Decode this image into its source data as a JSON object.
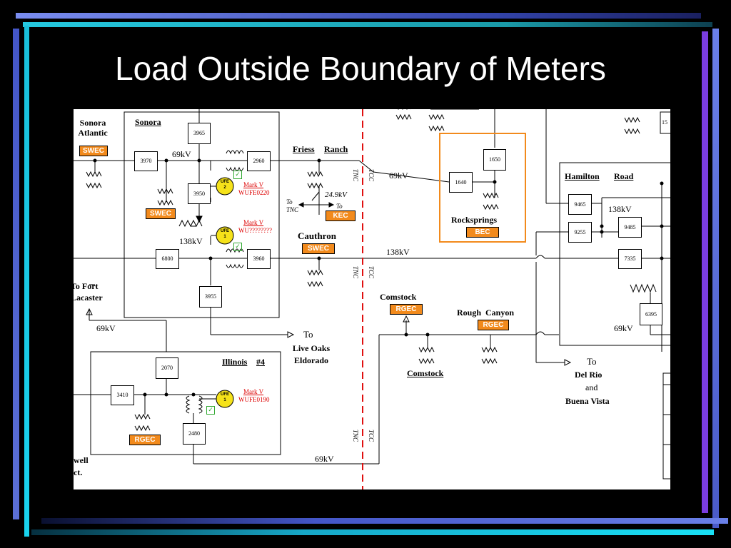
{
  "slide": {
    "title": "Load Outside Boundary of Meters",
    "colors": {
      "background": "#000000",
      "bar_blue": "#5b6fd6",
      "bar_cyan": "#19d3ee",
      "bar_purple": "#7a3de0",
      "tag_orange": "#f28a1c",
      "boundary_red": "#e01010"
    }
  },
  "diagram": {
    "places": {
      "sonora_atlantic": "Sonora\nAtlantic",
      "sonora": "Sonora",
      "friess": "Friess",
      "ranch": "Ranch",
      "cauthron": "Cauthron",
      "comstock_top": "Comstock",
      "comstock_bottom": "Comstock",
      "rough_canyon": "Rough  Canyon",
      "rocksprings": "Rocksprings",
      "hamilton": "Hamilton",
      "road": "Road",
      "illinois": "Illinois",
      "illinois_num": "#4",
      "fort_lacaster": "To Fort\nLacaster",
      "live_oaks_to": "To",
      "live_oaks": "Live Oaks\nEldorado",
      "del_rio_to": "To",
      "del_rio": "Del Rio",
      "and": "and",
      "buena_vista": "Buena Vista",
      "to_tnc": "To\nTNC",
      "kv249": "24.9kV",
      "to_small": "To",
      "well_jct": "well\nct."
    },
    "voltages": {
      "v69_sonora": "69kV",
      "v138_sonora": "138kV",
      "v69_friess": "69kV",
      "v138_mid": "138kV",
      "v138_hamilton": "138kV",
      "v69_fort": "69kV",
      "v69_right": "69kV",
      "v69_bottom": "69kV"
    },
    "coops": {
      "swec_sonora_atlantic": "SWEC",
      "swec_sonora": "SWEC",
      "kec": "KEC",
      "swec_cauthron": "SWEC",
      "rgec_comstock": "RGEC",
      "rgec_rough_canyon": "RGEC",
      "bec": "BEC",
      "rgec_illinois": "RGEC"
    },
    "buses": {
      "b3965": "3965",
      "b3970": "3970",
      "b2960": "2960",
      "b3950": "3950",
      "b6800": "6800",
      "b3960": "3960",
      "b3955": "3955",
      "b2070": "2070",
      "b3410": "3410",
      "b2480": "2480",
      "b1650": "1650",
      "b1640": "1640",
      "b9465": "9465",
      "b9255": "9255",
      "b9485": "9485",
      "b7335": "7335",
      "b6395": "6395",
      "b15": "15"
    },
    "meters": {
      "ufe2_line1": "UFE",
      "ufe2_line2": "2",
      "ufe1a_line1": "UFE",
      "ufe1a_line2": "1",
      "ufe1b_line1": "UFE",
      "ufe1b_line2": "1",
      "note1_name": "Mark V",
      "note1_id": "WUFE0220",
      "note2_name": "Mark V",
      "note2_id": "WU????????",
      "note3_name": "Mark V",
      "note3_id": "WUFE0190",
      "check": "✓"
    },
    "boundary": {
      "tcc": "TCC",
      "tnc": "TNC"
    }
  }
}
